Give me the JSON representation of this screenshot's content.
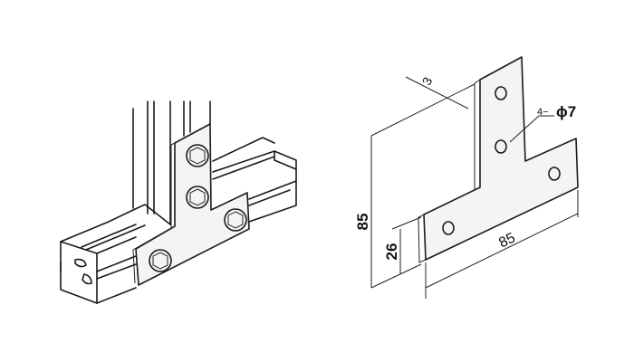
{
  "drawing": {
    "left_illustration": "assembled",
    "dimensions": {
      "overall_height": "85",
      "arm_height": "26",
      "overall_width": "85",
      "thickness": "3",
      "hole_count_prefix": "4−",
      "hole_diameter": "ϕ7"
    },
    "colors": {
      "line": "#1a1a1a",
      "background": "#ffffff"
    }
  }
}
